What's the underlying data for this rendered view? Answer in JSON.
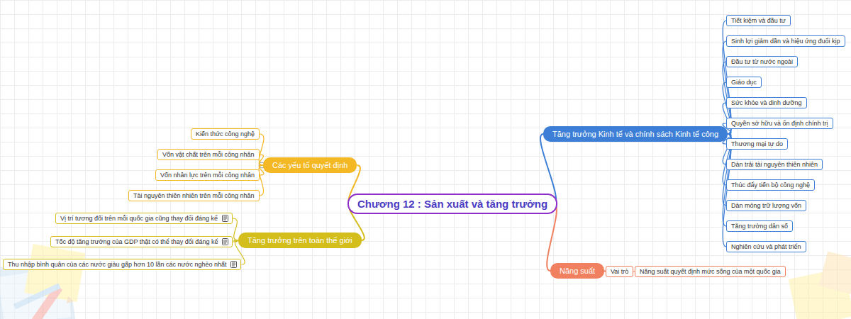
{
  "diagram": {
    "title": "Chương 12 : Sản xuất và tăng trưởng",
    "nodes": [
      {
        "text": [
          "Chương 12 : Sản xuất và tăng trưởng"
        ]
      },
      {
        "text": [
          "Các yếu tố quyết định"
        ]
      },
      {
        "text": [
          "Kiến thức công nghệ"
        ]
      },
      {
        "text": [
          "Vốn vật chất trên mỗi công nhân"
        ]
      },
      {
        "text": [
          "Vốn nhân lực trên mỗi công nhân"
        ]
      },
      {
        "text": [
          "Tài nguyên thiên nhiên trên mỗi công nhân"
        ]
      },
      {
        "text": [
          "Tăng trưởng trên toàn thế giới"
        ]
      },
      {
        "text": [
          "Vị trí tương đối trên mỗi quốc gia cũng thay đổi đáng kể"
        ]
      },
      {
        "text": [
          "Tốc độ tăng trưởng của GDP thật có thể thay đổi đáng kể"
        ]
      },
      {
        "text": [
          "Thu nhập bình quân của các nước giàu gấp hơn 10 lần các nước nghèo nhất"
        ]
      },
      {
        "text": [
          "Tăng trưởng Kinh tế và chính sách Kinh tế công"
        ]
      },
      {
        "text": [
          "Tiết kiệm và đầu tư"
        ]
      },
      {
        "text": [
          "Sinh lợi giảm dần và hiệu ứng đuổi kịp"
        ]
      },
      {
        "text": [
          "Đầu tư từ nước ngoài"
        ]
      },
      {
        "text": [
          "Giáo dục"
        ]
      },
      {
        "text": [
          "Sức khỏe và dinh dưỡng"
        ]
      },
      {
        "text": [
          "Quyền sở hữu và ổn định chính trị"
        ]
      },
      {
        "text": [
          "Thương mại tự do"
        ]
      },
      {
        "text": [
          "Dàn trải tài nguyên thiên nhiên"
        ]
      },
      {
        "text": [
          "Thúc đẩy tiến bộ công nghệ"
        ]
      },
      {
        "text": [
          "Dàn mỏng trữ lượng vốn"
        ]
      },
      {
        "text": [
          "Tăng trưởng dân số"
        ]
      },
      {
        "text": [
          "Nghiên cứu và phát triển"
        ]
      },
      {
        "text": [
          "Năng suất"
        ]
      },
      {
        "text": [
          "Vai trò"
        ]
      },
      {
        "text": [
          "Năng suất quyết định mức sống của một quốc gia"
        ]
      }
    ],
    "edges": [
      {
        "from": 0,
        "to": 1,
        "arrow": "none"
      },
      {
        "from": 1,
        "to": 2,
        "arrow": "none"
      },
      {
        "from": 1,
        "to": 3,
        "arrow": "none"
      },
      {
        "from": 1,
        "to": 4,
        "arrow": "none"
      },
      {
        "from": 1,
        "to": 5,
        "arrow": "none"
      },
      {
        "from": 0,
        "to": 6,
        "arrow": "none"
      },
      {
        "from": 6,
        "to": 7,
        "arrow": "none"
      },
      {
        "from": 6,
        "to": 8,
        "arrow": "none"
      },
      {
        "from": 6,
        "to": 9,
        "arrow": "none"
      },
      {
        "from": 0,
        "to": 10,
        "arrow": "none"
      },
      {
        "from": 10,
        "to": 11,
        "arrow": "none"
      },
      {
        "from": 10,
        "to": 12,
        "arrow": "none"
      },
      {
        "from": 10,
        "to": 13,
        "arrow": "none"
      },
      {
        "from": 10,
        "to": 14,
        "arrow": "none"
      },
      {
        "from": 10,
        "to": 15,
        "arrow": "none"
      },
      {
        "from": 10,
        "to": 16,
        "arrow": "none"
      },
      {
        "from": 10,
        "to": 17,
        "arrow": "none"
      },
      {
        "from": 10,
        "to": 18,
        "arrow": "none"
      },
      {
        "from": 10,
        "to": 19,
        "arrow": "none"
      },
      {
        "from": 10,
        "to": 20,
        "arrow": "none"
      },
      {
        "from": 10,
        "to": 21,
        "arrow": "none"
      },
      {
        "from": 10,
        "to": 22,
        "arrow": "none"
      },
      {
        "from": 0,
        "to": 23,
        "arrow": "none"
      },
      {
        "from": 23,
        "to": 24,
        "arrow": "none"
      },
      {
        "from": 24,
        "to": 25,
        "arrow": "none"
      }
    ]
  }
}
